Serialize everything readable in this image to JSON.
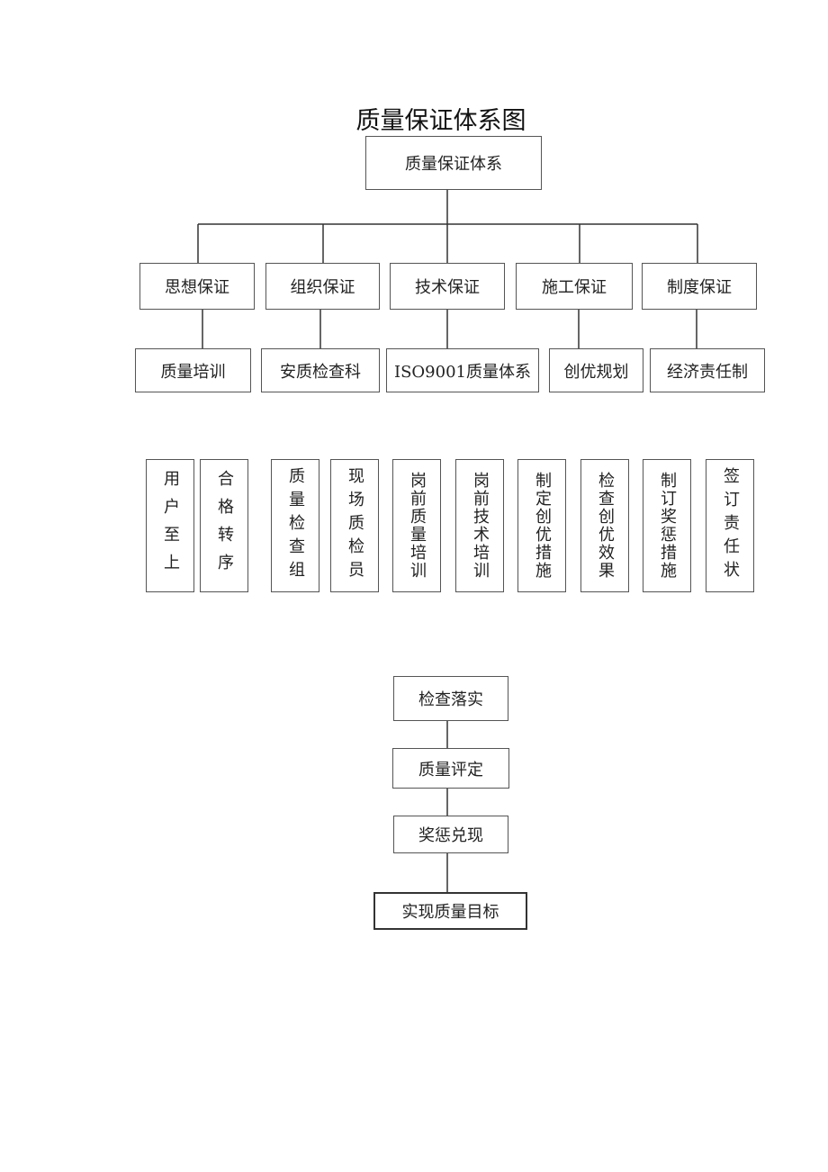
{
  "title": "质量保证体系图",
  "root": "质量保证体系",
  "branches": [
    "思想保证",
    "组织保证",
    "技术保证",
    "施工保证",
    "制度保证"
  ],
  "level2": [
    "质量培训",
    "安质检查科",
    "ISO9001质量体系",
    "创优规划",
    "经济责任制"
  ],
  "level3": [
    "用户至上",
    "合格转序",
    "质量检查组",
    "现场质检员",
    "岗前质量培训",
    "岗前技术培训",
    "制定创优措施",
    "检查创优效果",
    "制订奖惩措施",
    "签订责任状"
  ],
  "flow": [
    "检查落实",
    "质量评定",
    "奖惩兑现",
    "实现质量目标"
  ]
}
